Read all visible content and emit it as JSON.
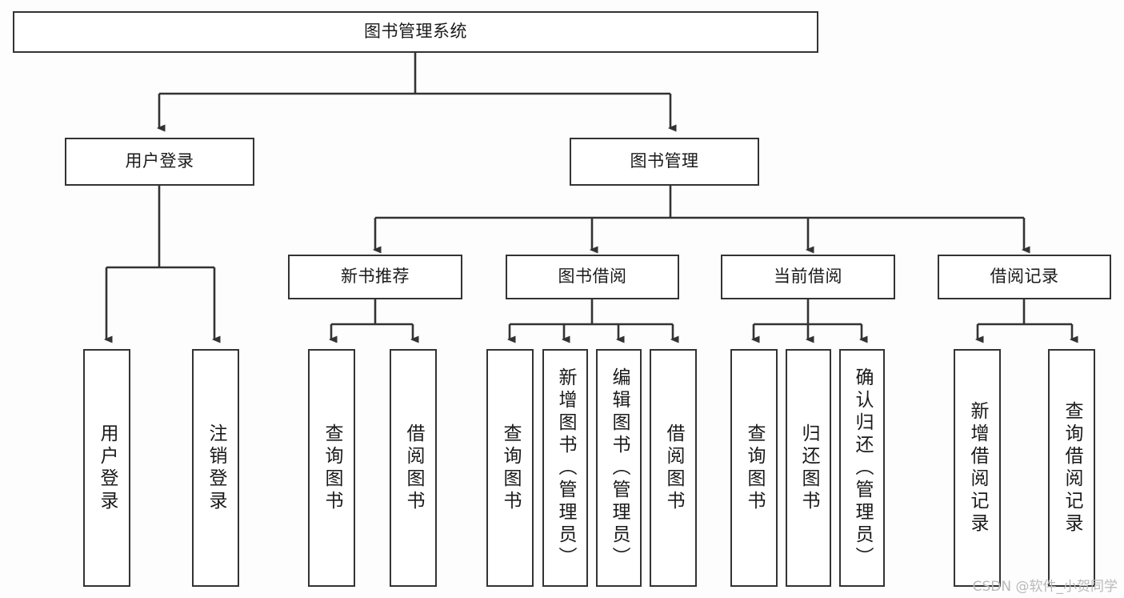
{
  "diagram": {
    "title": "图书管理系统",
    "watermark": "CSDN @软件_小贺同学",
    "colors": {
      "background": "#fdfdfd",
      "node_fill": "#ffffff",
      "node_border": "#333333",
      "edge": "#333333",
      "text": "#1a1a1a",
      "watermark": "#b9b9b9"
    },
    "root": {
      "label": "图书管理系统"
    },
    "level2": [
      {
        "label": "用户登录"
      },
      {
        "label": "图书管理"
      }
    ],
    "level3": [
      {
        "label": "新书推荐"
      },
      {
        "label": "图书借阅"
      },
      {
        "label": "当前借阅"
      },
      {
        "label": "借阅记录"
      }
    ],
    "leaves": {
      "user_login": [
        {
          "label": "用户登录"
        },
        {
          "label": "注销登录"
        }
      ],
      "new_book": [
        {
          "label": "查询图书"
        },
        {
          "label": "借阅图书"
        }
      ],
      "borrow_book": [
        {
          "label": "查询图书"
        },
        {
          "label": "新增图书（管理员）"
        },
        {
          "label": "编辑图书（管理员）"
        },
        {
          "label": "借阅图书"
        }
      ],
      "current_borrow": [
        {
          "label": "查询图书"
        },
        {
          "label": "归还图书"
        },
        {
          "label": "确认归还（管理员）"
        }
      ],
      "borrow_record": [
        {
          "label": "新增借阅记录"
        },
        {
          "label": "查询借阅记录"
        }
      ]
    }
  }
}
